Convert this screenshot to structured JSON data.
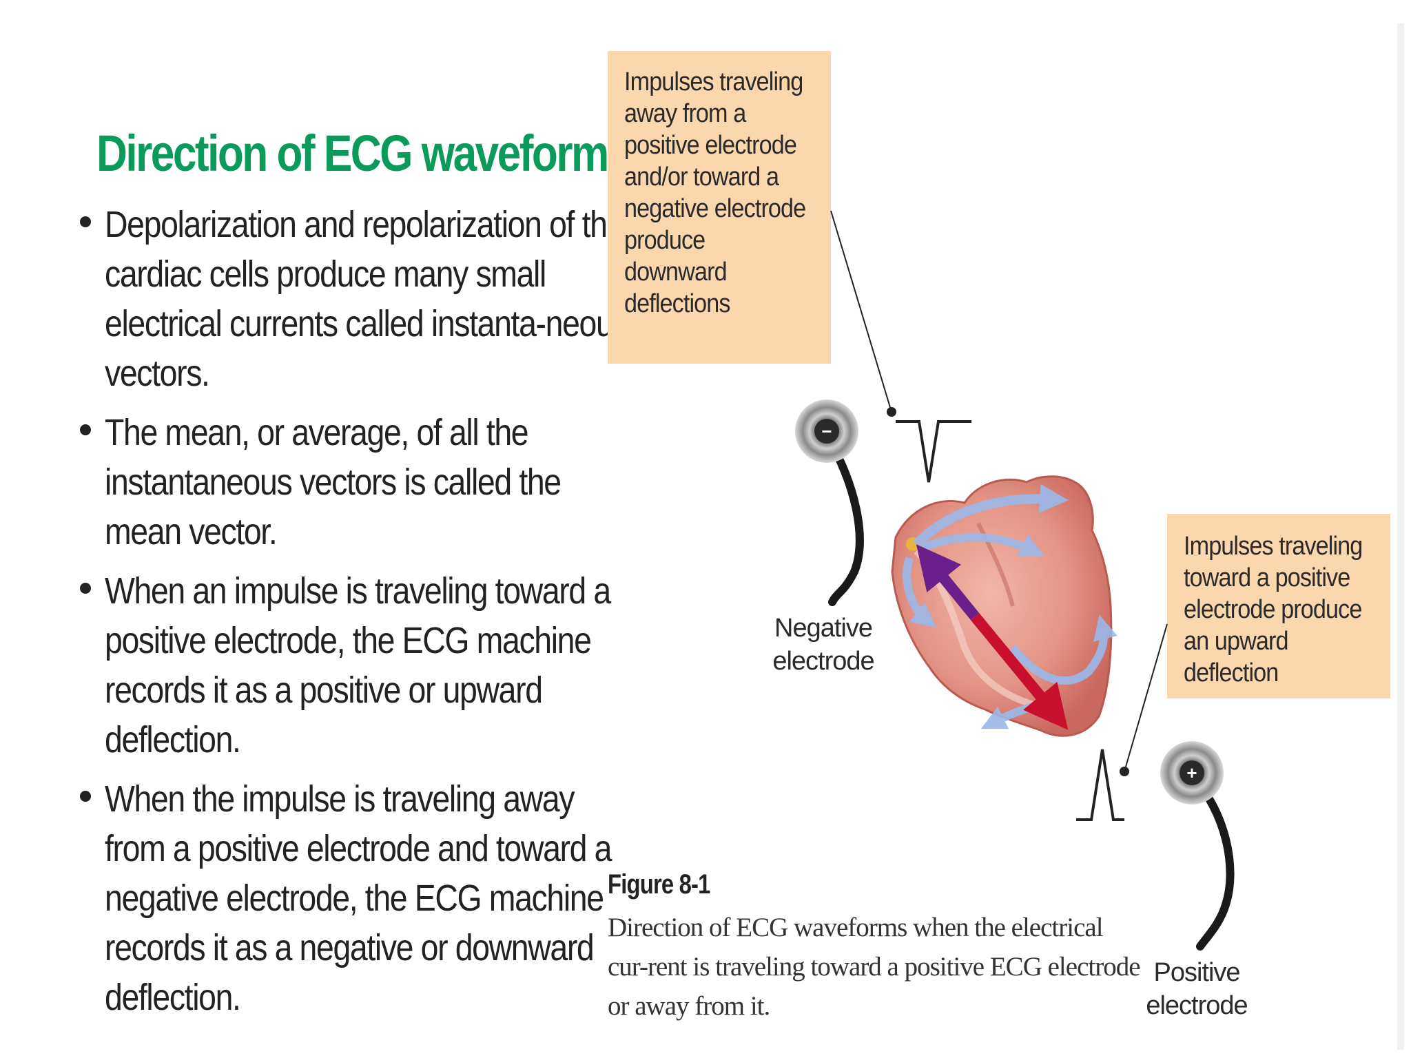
{
  "slide": {
    "title": "Direction of ECG waveforms",
    "bullets": [
      "Depolarization and repolarization of the cardiac cells produce many small electrical currents called instanta-neous vectors.",
      "The mean, or average, of all the instantaneous vectors is called the mean vector.",
      "When an impulse is traveling toward a positive electrode, the ECG machine records it as a positive or upward deflection.",
      "When the impulse is traveling away from a positive electrode and toward a negative electrode, the ECG machine records it as a negative or downward deflection."
    ]
  },
  "figure": {
    "callout_top": "Impulses traveling away from a positive electrode and/or toward a negative electrode produce downward deflections",
    "callout_right": "Impulses traveling toward a positive electrode produce an upward deflection",
    "negative_electrode_label": "Negative electrode",
    "positive_electrode_label": "Positive electrode",
    "negative_symbol": "−",
    "positive_symbol": "+",
    "figure_label": "Figure 8-1",
    "caption": "Direction of ECG waveforms when the electrical cur-rent is traveling toward a positive ECG electrode or away from it."
  },
  "colors": {
    "title": "#0a9a5a",
    "callout_bg": "#fbd7ae",
    "red_arrow": "#c8102e",
    "purple_arrow": "#6a1f8a",
    "heart": "#e08a80",
    "blue_arrows": "#9bb8ea"
  },
  "icons": [
    "negative-electrode-icon",
    "positive-electrode-icon",
    "heart-illustration",
    "downward-deflection-icon",
    "upward-deflection-icon"
  ]
}
